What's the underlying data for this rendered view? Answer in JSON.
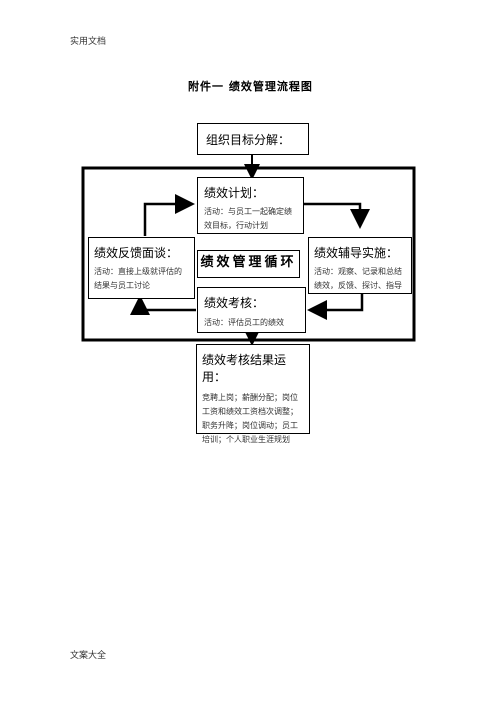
{
  "header": {
    "text": "实用文档"
  },
  "footer": {
    "text": "文案大全"
  },
  "doc_title": "附件一 绩效管理流程图",
  "boxes": {
    "goal": {
      "title": "组织目标分解："
    },
    "plan": {
      "title": "绩效计划：",
      "text": "活动：与员工一起确定绩效目标，行动计划"
    },
    "coach": {
      "title": "绩效辅导实施：",
      "text": "活动：观察、记录和总结绩效，反馈、探讨、指导"
    },
    "feedback": {
      "title": "绩效反馈面谈：",
      "text": "活动：直接上级就评估的结果与员工讨论"
    },
    "assess": {
      "title": "绩效考核：",
      "text": "活动：评估员工的绩效"
    },
    "result": {
      "title": "绩效考核结果运用：",
      "text": "竞聘上岗；薪酬分配；岗位工资和绩效工资档次调整；职务升降；岗位调动；员工培训；个人职业生涯规划"
    }
  },
  "cycle_label": "绩效管理循环"
}
